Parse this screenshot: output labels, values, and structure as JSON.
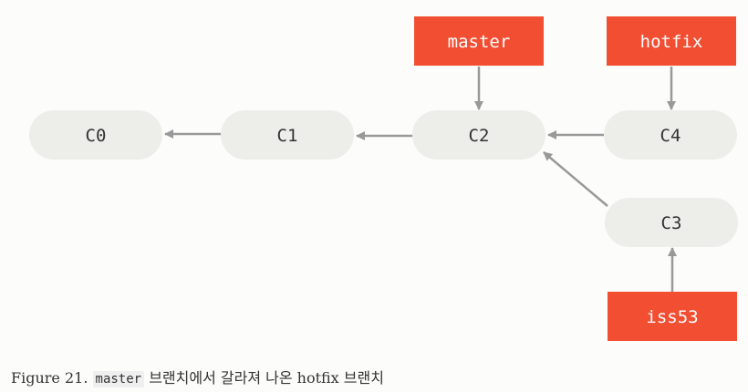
{
  "diagram": {
    "commits": [
      {
        "id": "c0",
        "label": "C0"
      },
      {
        "id": "c1",
        "label": "C1"
      },
      {
        "id": "c2",
        "label": "C2"
      },
      {
        "id": "c3",
        "label": "C3"
      },
      {
        "id": "c4",
        "label": "C4"
      }
    ],
    "branches": [
      {
        "id": "master",
        "label": "master",
        "points_to": "c2"
      },
      {
        "id": "hotfix",
        "label": "hotfix",
        "points_to": "c4"
      },
      {
        "id": "iss53",
        "label": "iss53",
        "points_to": "c3"
      }
    ],
    "parent_links": [
      {
        "from": "c1",
        "to": "c0"
      },
      {
        "from": "c2",
        "to": "c1"
      },
      {
        "from": "c4",
        "to": "c2"
      },
      {
        "from": "c3",
        "to": "c2"
      }
    ],
    "colors": {
      "commit_fill": "#ededea",
      "commit_text": "#333333",
      "branch_fill": "#f14e32",
      "branch_text": "#ffffff",
      "arrow": "#999999"
    }
  },
  "caption": {
    "prefix": "Figure 21.",
    "code": "master",
    "text": "브랜치에서 갈라져 나온 hotfix 브랜치"
  }
}
